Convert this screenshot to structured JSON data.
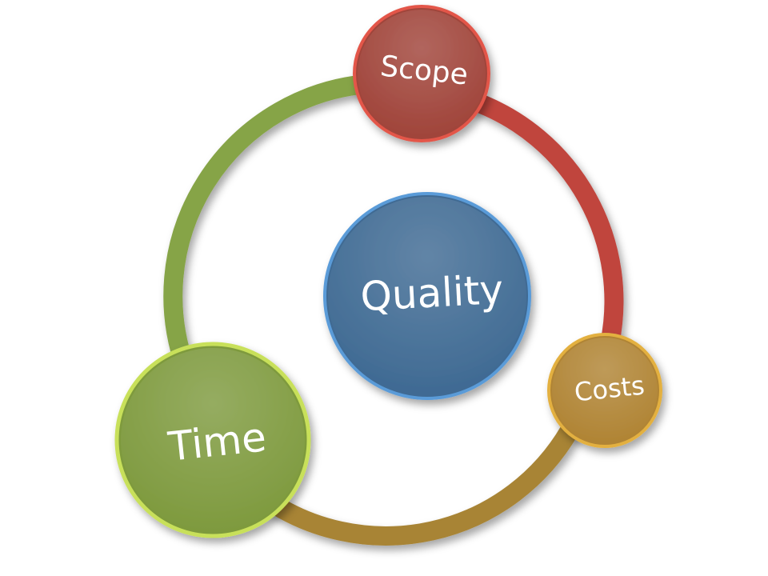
{
  "diagram": {
    "center": {
      "label": "Quality",
      "color": "#3f6a93",
      "rim": "#5a9bd8"
    },
    "nodes": [
      {
        "id": "scope",
        "label": "Scope",
        "color": "#a0443a",
        "rim": "#e3574a"
      },
      {
        "id": "costs",
        "label": "Costs",
        "color": "#b08434",
        "rim": "#e3b040"
      },
      {
        "id": "time",
        "label": "Time",
        "color": "#7e9a3e",
        "rim": "#c8e05a"
      }
    ],
    "arcs": {
      "scope_to_costs": "#c0453d",
      "costs_to_time": "#a88436",
      "time_to_scope": "#86a447"
    }
  }
}
